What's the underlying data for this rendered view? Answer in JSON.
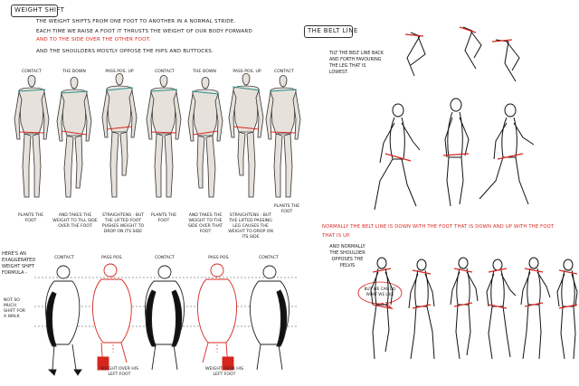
{
  "left": {
    "title": "Weight Shift",
    "intro": [
      "The weight shifts from one foot to another in a normal stride.",
      "Each time we raise a foot it thrusts the weight of our body forward",
      "and to the side over the other foot.",
      "And the shoulders mostly oppose the hips and buttocks."
    ],
    "top_labels": [
      "Contact",
      "The Down",
      "Pass Pos. Up",
      "Contact",
      "The Down",
      "Pass Pos. Up",
      "Contact"
    ],
    "captions": [
      "Plants the foot",
      "And takes the weight to till side over the foot",
      "Straightens - but the lifted foot pushes weight to drop on its side",
      "Plants the foot",
      "And takes the weight to the side over that foot",
      "Straightens - but the lifted passing leg causes the weight to drop on its side",
      "Plants the foot"
    ],
    "exaggerated_note": "Here's an exaggerated weight shift formula -",
    "not_so_much": "Not so much shift for a walk",
    "bottom_labels": [
      "Contact",
      "Pass Pos.",
      "Contact",
      "Pass Pos.",
      "Contact"
    ],
    "weight_over": [
      "Weight over his left foot",
      "Weight over his left foot"
    ]
  },
  "right": {
    "title": "The Belt Line",
    "tilt_note": "Tilt the belt line back and forth favouring the leg that is lowest.",
    "normally": "Normally the belt line is down with the foot that is down and up with the foot that is up.",
    "shoulder_note": "And normally the shoulder opposes the pelvis",
    "bubble": "But we can do what we like"
  },
  "colors": {
    "accent": "#d7261e",
    "ink": "#1d1d1d",
    "blue": "#2b52b5"
  }
}
